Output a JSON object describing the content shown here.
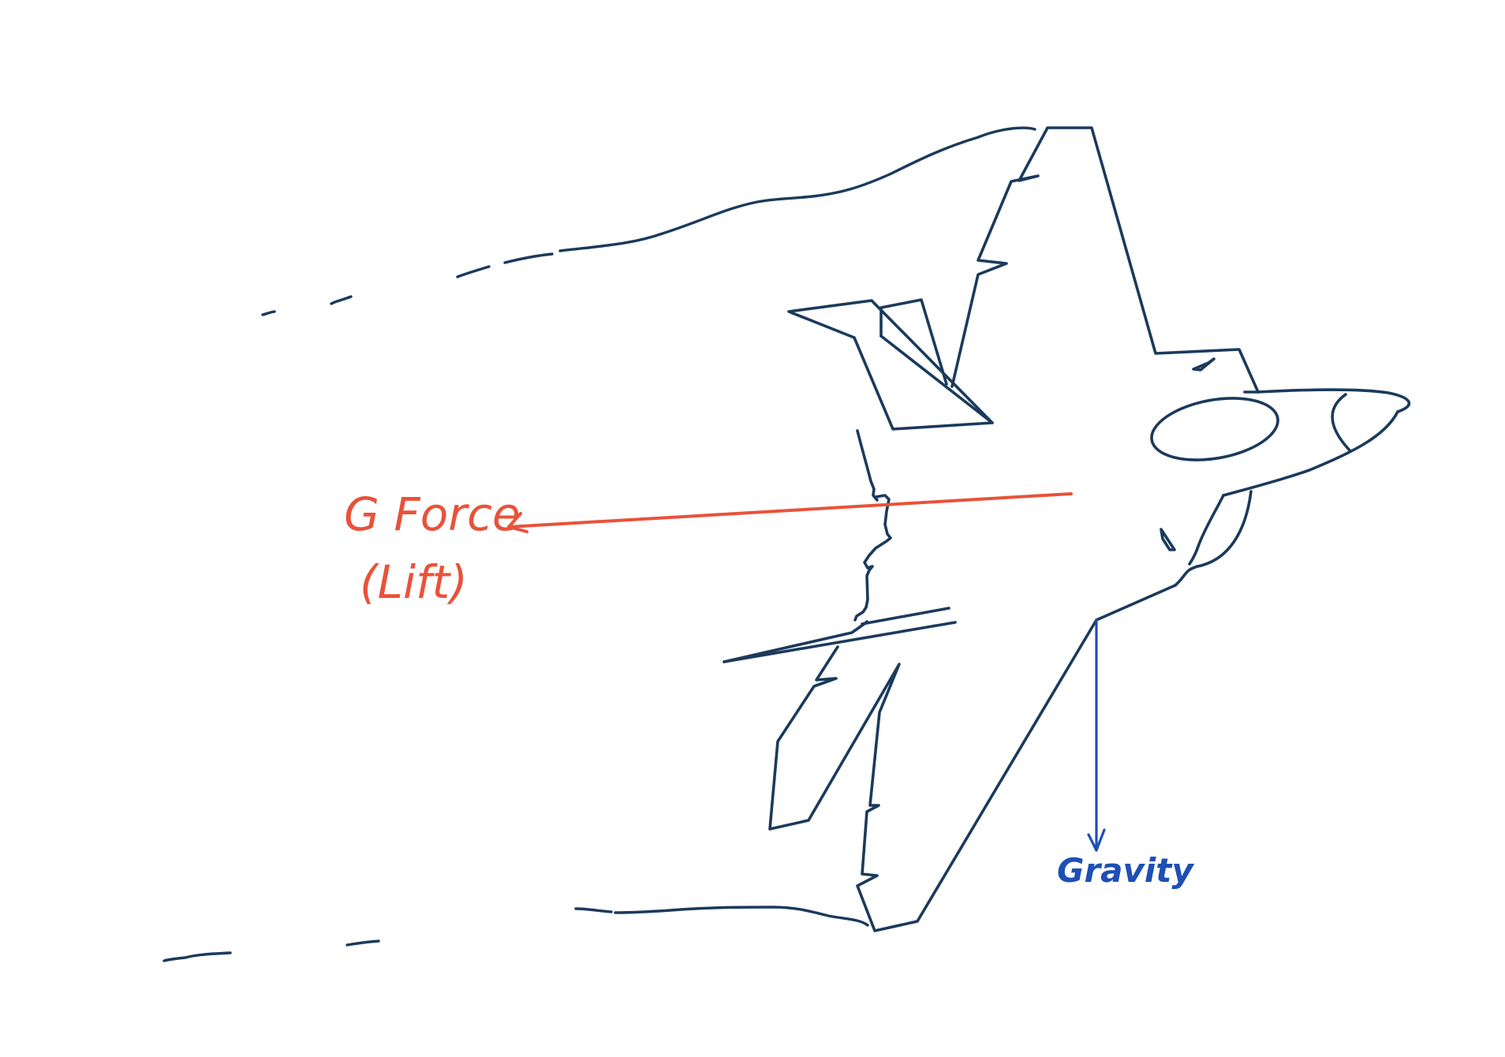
{
  "labels": {
    "lift_line1": "G Force",
    "lift_line2": "(Lift)",
    "gravity": "Gravity"
  },
  "colors": {
    "aircraft_outline": "#1b3a5c",
    "lift_arrow": "#e9523a",
    "gravity_arrow": "#1d4fb5",
    "background": "#ffffff"
  }
}
